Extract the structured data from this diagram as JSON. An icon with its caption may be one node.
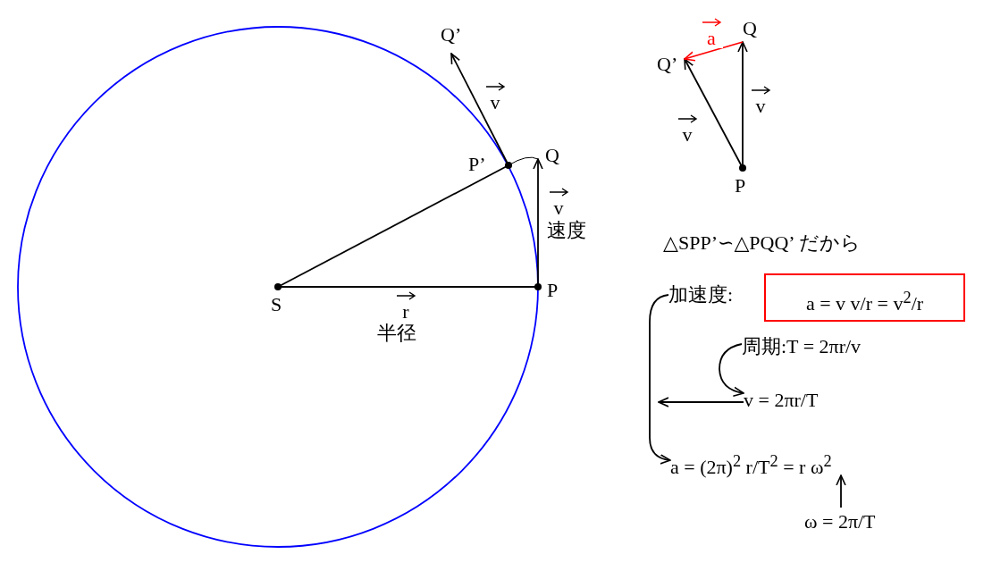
{
  "diagram": {
    "nodes": [
      {
        "text": [
          "S"
        ]
      },
      {
        "text": [
          "P"
        ]
      },
      {
        "text": [
          "P’"
        ]
      },
      {
        "text": [
          "Q"
        ]
      },
      {
        "text": [
          "Q’"
        ]
      },
      {
        "text": [
          "Q’"
        ]
      },
      {
        "text": [
          "Q"
        ]
      },
      {
        "text": [
          "P"
        ]
      },
      {
        "text": [
          "加速度:",
          "a = v v/r = v$^{2}$/r"
        ]
      },
      {
        "text": [
          "周期:T = 2πr/v"
        ]
      },
      {
        "text": [
          "v = 2πr/T"
        ]
      },
      {
        "text": [
          "a = (2π)$^{2}$ r/T$^{2}$ = r ω$^{2}$"
        ]
      },
      {
        "text": [
          "ω = 2π/T"
        ]
      }
    ],
    "edges": [
      {
        "from": 0,
        "to": 1,
        "arrow": "none",
        "label": "r"
      },
      {
        "from": 0,
        "to": 2,
        "arrow": "none"
      },
      {
        "from": 1,
        "to": 3,
        "arrow": "to",
        "label": "v"
      },
      {
        "from": 2,
        "to": 4,
        "arrow": "to",
        "label": "v"
      },
      {
        "from": 2,
        "to": 3,
        "arrow": "none"
      },
      {
        "from": 7,
        "to": 6,
        "arrow": "to",
        "label": "v"
      },
      {
        "from": 7,
        "to": 5,
        "arrow": "to",
        "label": "v"
      },
      {
        "from": 6,
        "to": 5,
        "arrow": "to",
        "label": "a",
        "color": "#ff0000"
      },
      {
        "from": 8,
        "to": 11,
        "arrow": "to"
      },
      {
        "from": 9,
        "to": 10,
        "arrow": "to"
      },
      {
        "from": 10,
        "to": null,
        "arrow": "to"
      },
      {
        "from": 12,
        "to": 11,
        "arrow": "to"
      }
    ],
    "labels": [
      "速度",
      "△SPP’∽△PQQ’ だから",
      "半径"
    ]
  }
}
